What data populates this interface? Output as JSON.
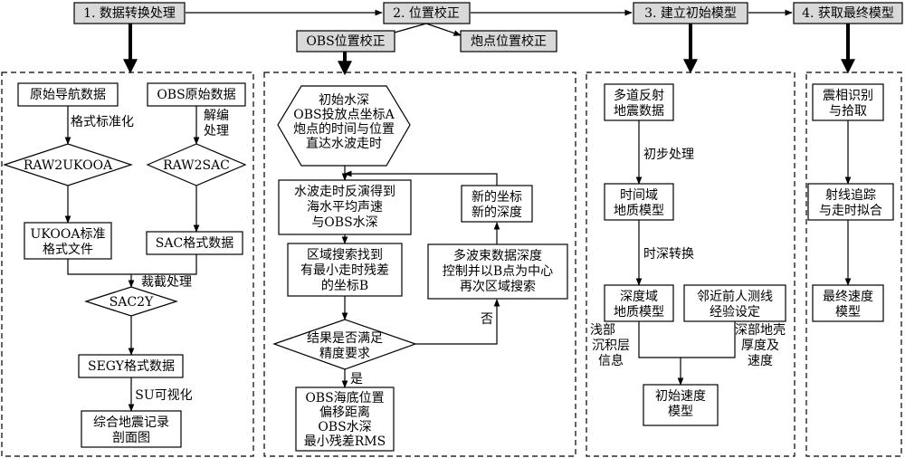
{
  "stages": {
    "s1": "1. 数据转换处理",
    "s2": "2. 位置校正",
    "s3": "3. 建立初始模型",
    "s4": "4. 获取最终模型"
  },
  "subheads": {
    "obs_correct": "OBS位置校正",
    "shot_correct": "炮点位置校正"
  },
  "section1": {
    "nav_raw": "原始导航数据",
    "obs_raw": "OBS原始数据",
    "format_std": "格式标准化",
    "decode_1": "解编",
    "decode_2": "处理",
    "raw2ukooa": "RAW2UKOOA",
    "raw2sac": "RAW2SAC",
    "ukooa_file_1": "UKOOA标准",
    "ukooa_file_2": "格式文件",
    "sac_data": "SAC格式数据",
    "clip": "裁截处理",
    "sac2y": "SAC2Y",
    "segy": "SEGY格式数据",
    "su_vis": "SU可视化",
    "profile_1": "综合地震记录",
    "profile_2": "剖面图"
  },
  "section2": {
    "init_1": "初始水深",
    "init_2": "OBS投放点坐标A",
    "init_3": "炮点的时间与位置",
    "init_4": "直达水波走时",
    "invert_1": "水波走时反演得到",
    "invert_2": "海水平均声速",
    "invert_3": "与OBS水深",
    "search_1": "区域搜索找到",
    "search_2": "有最小走时残差",
    "search_3": "的坐标B",
    "check_1": "结果是否满足",
    "check_2": "精度要求",
    "yes": "是",
    "no": "否",
    "result_1": "OBS海底位置",
    "result_2": "偏移距离",
    "result_3": "OBS水深",
    "result_4": "最小残差RMS",
    "newcoord_1": "新的坐标",
    "newcoord_2": "新的深度",
    "multibeam_1": "多波束数据深度",
    "multibeam_2": "控制并以B点为中心",
    "multibeam_3": "再次区域搜索"
  },
  "section3": {
    "multi_1": "多道反射",
    "multi_2": "地震数据",
    "prelim": "初步处理",
    "time_1": "时间域",
    "time_2": "地质模型",
    "t2d": "时深转换",
    "depth_1": "深度域",
    "depth_2": "地质模型",
    "nearby_1": "邻近前人测线",
    "nearby_2": "经验设定",
    "shallow_1": "浅部",
    "shallow_2": "沉积层",
    "shallow_3": "信息",
    "deep_1": "深部地壳",
    "deep_2": "厚度及",
    "deep_3": "速度",
    "initvel_1": "初始速度",
    "initvel_2": "模型"
  },
  "section4": {
    "phase_1": "震相识别",
    "phase_2": "与拾取",
    "ray_1": "射线追踪",
    "ray_2": "与走时拟合",
    "final_1": "最终速度",
    "final_2": "模型"
  },
  "colors": {
    "header_fill": "#d9d9d9",
    "stroke": "#000000",
    "background": "#ffffff"
  }
}
